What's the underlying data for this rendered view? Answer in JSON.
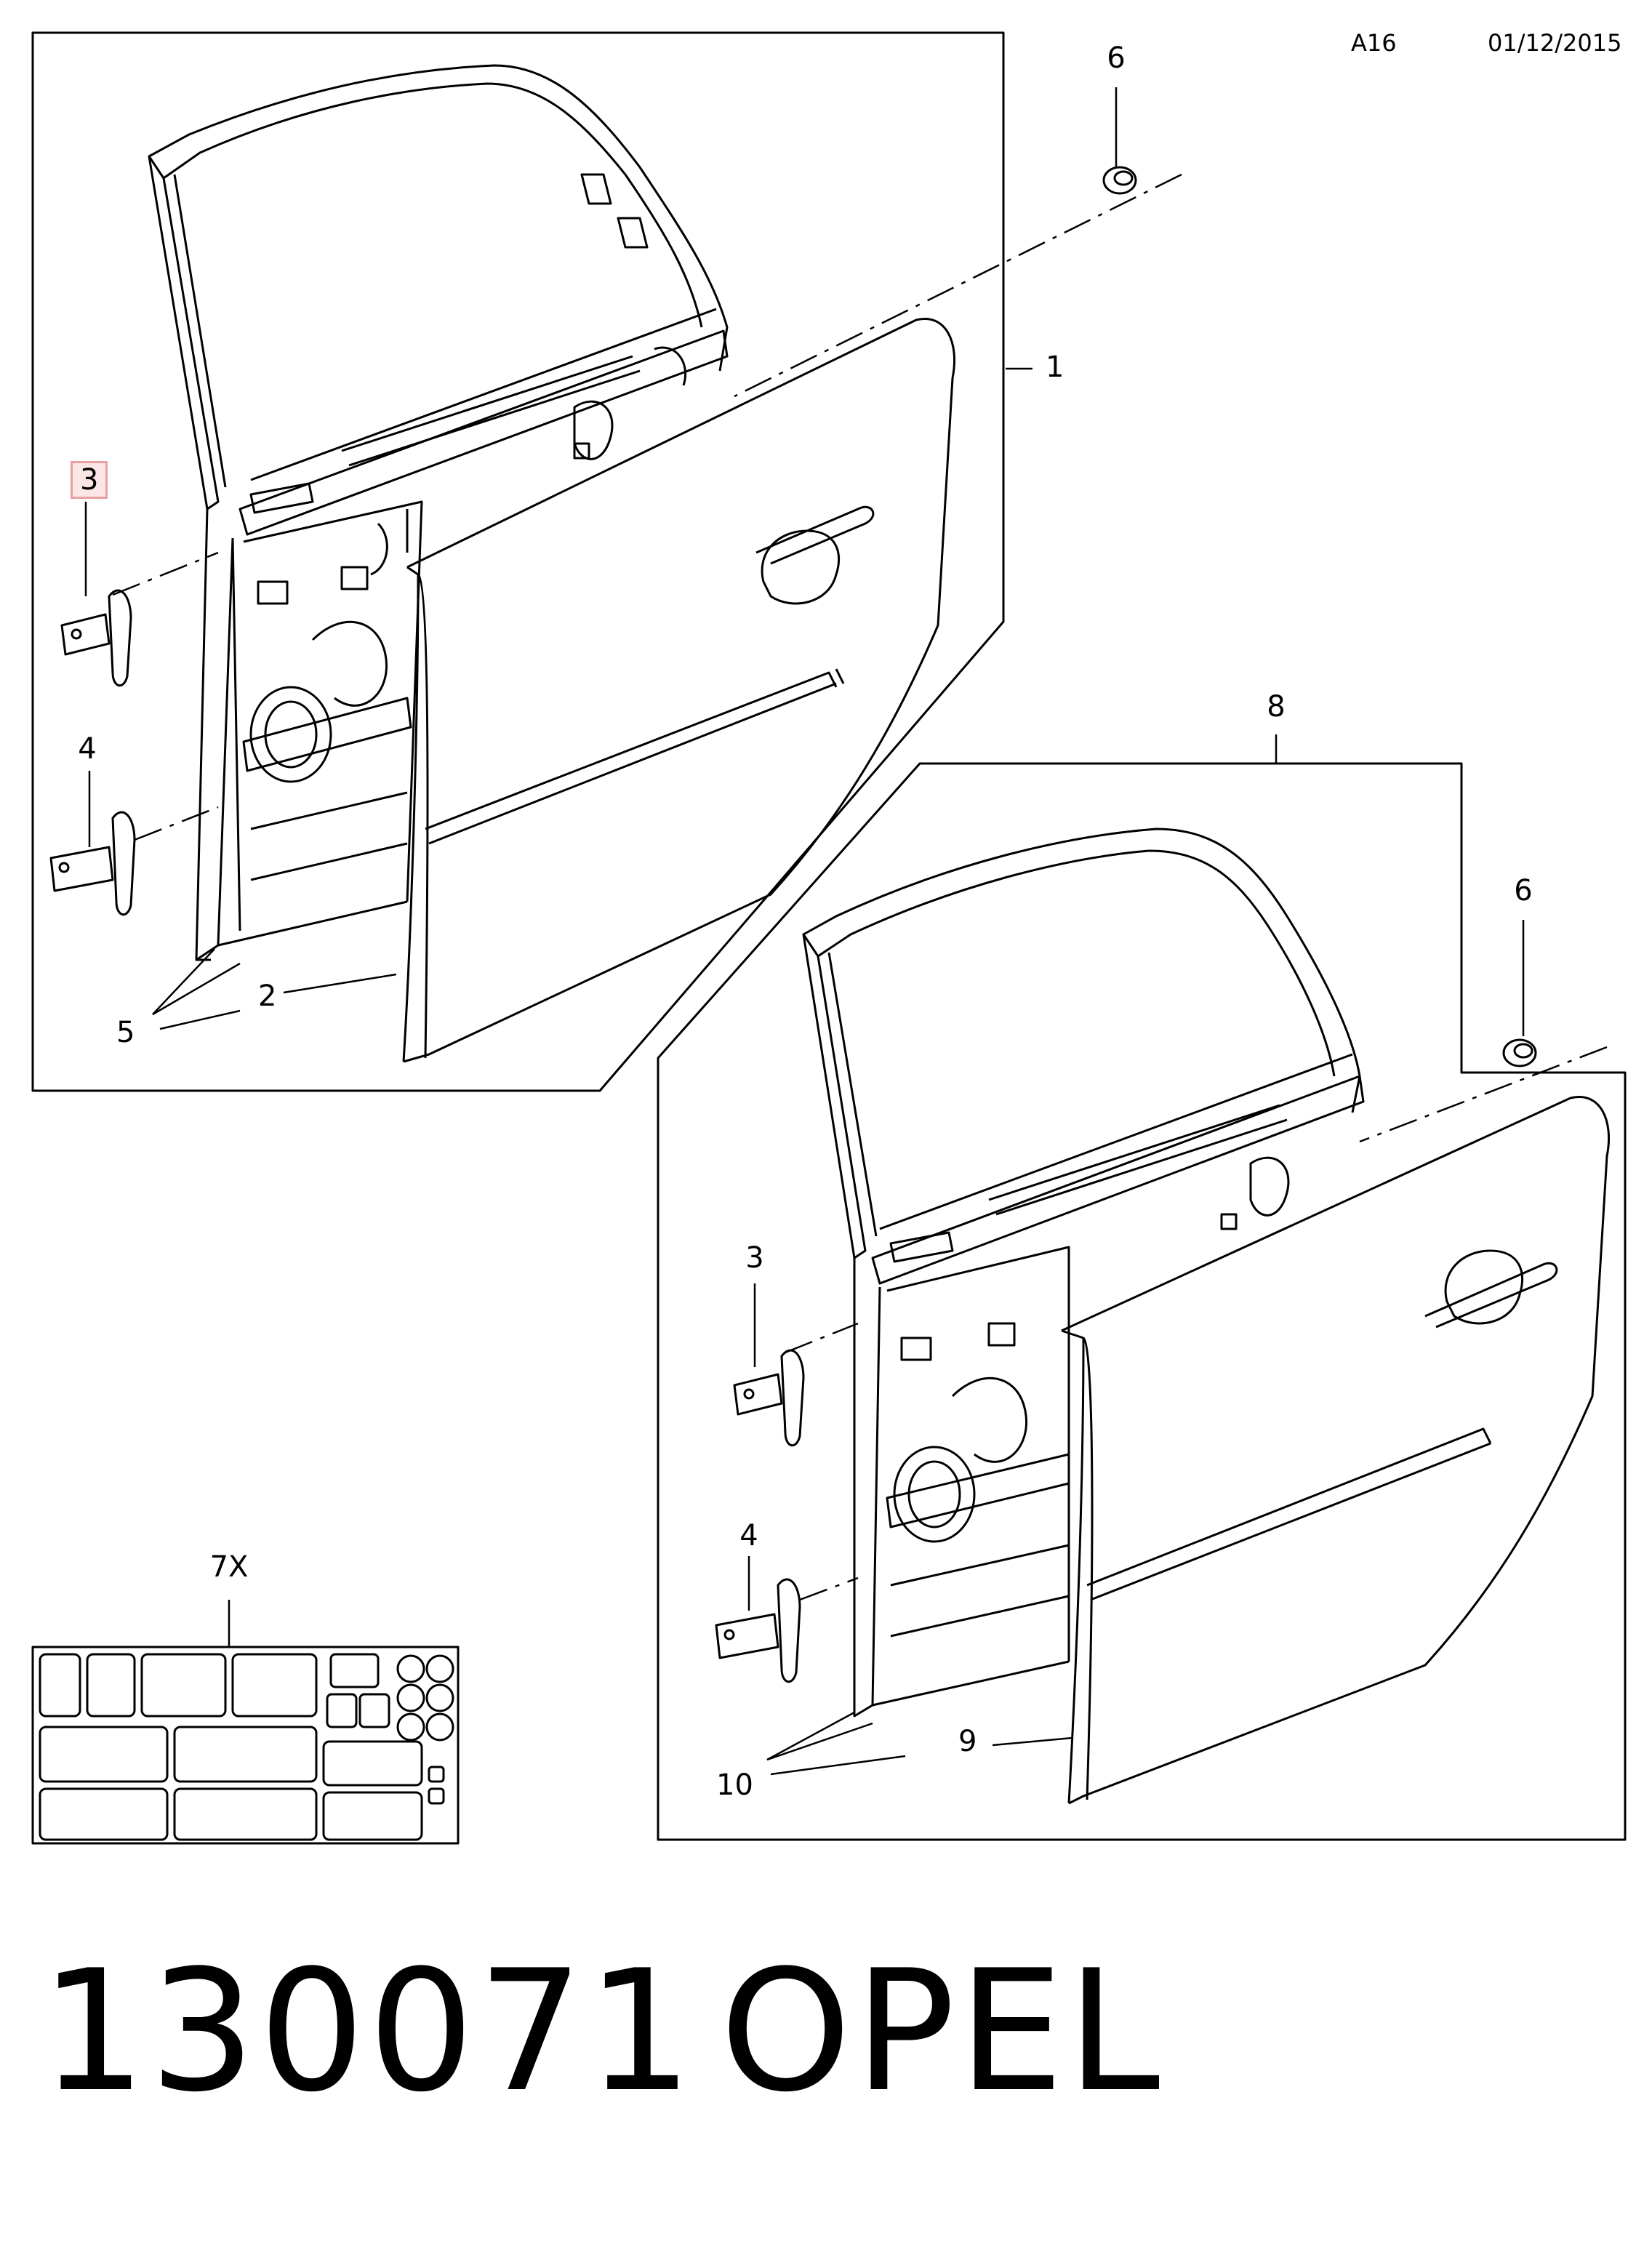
{
  "header": {
    "code": "A16",
    "date": "01/12/2015"
  },
  "callouts": {
    "top": {
      "part1": "1",
      "part2": "2",
      "part3": "3",
      "part4": "4",
      "part5": "5",
      "part6": "6"
    },
    "bottom": {
      "part8": "8",
      "part6": "6",
      "part3": "3",
      "part4": "4",
      "part9": "9",
      "part10": "10"
    },
    "kit": "7X"
  },
  "footer": {
    "catalog_number": "130071",
    "brand": "OPEL"
  }
}
